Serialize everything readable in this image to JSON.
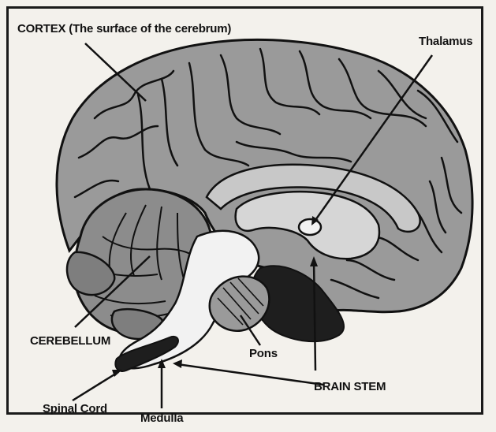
{
  "labels": {
    "cortex": "CORTEX (The surface of the cerebrum)",
    "thalamus": "Thalamus",
    "cerebellum": "CEREBELLUM",
    "pons": "Pons",
    "brain_stem": "BRAIN STEM",
    "spinal_cord": "Spinal Cord",
    "medulla": "Medulla"
  },
  "colors": {
    "ink": "#111111",
    "cortex_fill": "#9a9a9a",
    "cerebellum_fill": "#8c8c8c",
    "inner_fill": "#b0b0b0",
    "dark_region": "#1e1e1e",
    "stem_fill": "#f2f2f2",
    "paper": "#f3f1ec"
  }
}
